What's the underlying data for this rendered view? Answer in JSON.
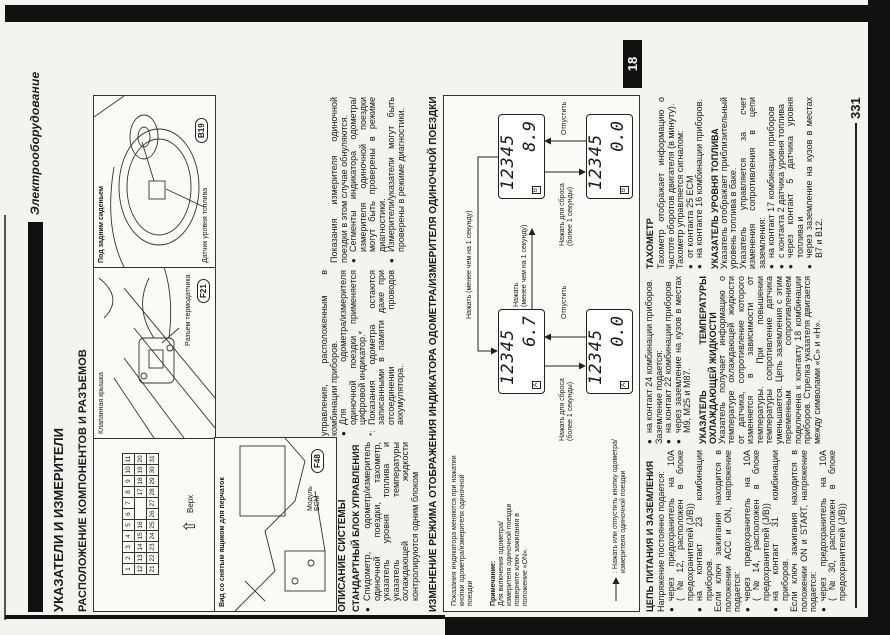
{
  "header": {
    "section": "Электрооборудование",
    "chapter_tab": "18",
    "page_number": "331"
  },
  "title": "УКАЗАТЕЛИ И ИЗМЕРИТЕЛИ",
  "subtitle": "РАСПОЛОЖЕНИЕ КОМПОНЕНТОВ И РАЗЪЕМОВ",
  "figures": {
    "connector": {
      "rows": [
        [
          "1",
          "2",
          "3",
          "4",
          "5",
          "6",
          "7",
          "8",
          "9",
          "10",
          "11"
        ],
        [
          "12",
          "13",
          "14",
          "15",
          "16",
          "",
          "17",
          "18",
          "19",
          "20"
        ],
        [
          "21",
          "22",
          "23",
          "24",
          "25",
          "26",
          "27",
          "28",
          "29",
          "30",
          "31"
        ]
      ],
      "up_label": "Верх"
    },
    "valve_cover": {
      "label": "Клапанная крышка",
      "connector_label": "Разъем термодатчика",
      "code": "F21"
    },
    "rear_seat": {
      "title": "Под задним сиденьем",
      "sensor_label": "Датчик уровня топлива",
      "code": "B19"
    },
    "glovebox": {
      "title": "Вид со снятым ящиком для перчаток",
      "module_label": "Модуль ECM",
      "code": "F48"
    }
  },
  "system": {
    "heading": "ОПИСАНИЕ СИСТЕМЫ",
    "subheading": "СТАНДАРТНЫЙ БЛОК УПРАВЛЕНИЯ",
    "col1": [
      {
        "t": "li",
        "text": "Спидометр, одометр/измеритель одиночной поездки, тахометр, указатель уровня топлива и указатель температуры охлаждающей жидкости контролируются одним блоком"
      }
    ],
    "col2": [
      {
        "t": "p",
        "text": "управления, расположенным в комбинации приборов."
      },
      {
        "t": "li",
        "text": "Для одометра/измерителя одиночной поездки применяется цифровой индикатор.*"
      },
      {
        "t": "star",
        "text": "Показания одометра остаются записанными в памяти даже при отсоединении проводов аккумулятора."
      }
    ],
    "col3": [
      {
        "t": "p",
        "text": "Показания измерителя одиночной поездки в этом случае обнуляются."
      },
      {
        "t": "li",
        "text": "Сегменты индикатора одометра/измерителя одиночной поездки могут быть проверены в режиме диагностики."
      },
      {
        "t": "li",
        "text": "Измерители/указатели могут быть проверены в режиме диагностики."
      }
    ]
  },
  "mode_change": {
    "heading": "ИЗМЕНЕНИЕ РЕЖИМА ОТОБРАЖЕНИЯ ИНДИКАТОРА ОДОМЕТРА/ИЗМЕРИТЕЛЯ ОДИНОЧНОЙ ПОЕЗДКИ",
    "intro": "Показания индикатора меняются при нажатии кнопки одометра/измерителя одиночной поездки",
    "note_title": "Примечание:",
    "note_text": "Для включения одометра/измерителя одиночной поездки поверните ключ зажигания в положение «ON».",
    "legend": ": Нажать или отпустить кнопку одометра/измерителя одиночной поездки",
    "displays": {
      "a1": {
        "odo": "12345",
        "trip": "6.7",
        "mode": "A"
      },
      "a2": {
        "odo": "12345",
        "trip": "0.0",
        "mode": "A"
      },
      "b1": {
        "odo": "12345",
        "trip": "8.9",
        "mode": "B"
      },
      "b2": {
        "odo": "12345",
        "trip": "0.0",
        "mode": "B"
      }
    },
    "labels": {
      "press_short_top": "Нажать (менее чем на 1 секунду)",
      "press": "Нажать",
      "press_short_sub": "(менее чем на 1 секунду)",
      "reset_a": "Нажать для сброса",
      "reset_a_sub": "(более 1 секунды)",
      "reset_b": "Нажать для сброса",
      "reset_b_sub": "(более 1 секунды)",
      "release_a": "Отпустить",
      "release_b": "Отпустить"
    }
  },
  "bottom": {
    "col1": [
      {
        "t": "h",
        "text": "ЦЕПЬ ПИТАНИЯ И ЗАЗЕМЛЕНИЯ"
      },
      {
        "t": "p",
        "text": "Напряжение постоянно подается:"
      },
      {
        "t": "li",
        "text": "через предохранитель на 10А (№12, расположен в блоке предохранителей (J/B))"
      },
      {
        "t": "li",
        "text": "на контакт 23 комбинации приборов."
      },
      {
        "t": "p",
        "text": "Если ключ зажигания находится в положении ACC и ON, напряжение подается:"
      },
      {
        "t": "li",
        "text": "через предохранитель на 10А (№14, расположен в блоке предохранителей (J/B))"
      },
      {
        "t": "li",
        "text": "на контакт 31 комбинации приборов."
      },
      {
        "t": "p",
        "text": "Если ключ зажигания находится в положении ON и START, напряжение подается:"
      },
      {
        "t": "li",
        "text": "через предохранитель на 10А (№30, расположен в блоке предохранителей (J/B))"
      }
    ],
    "col2": [
      {
        "t": "li",
        "text": "на контакт 24 комбинации приборов."
      },
      {
        "t": "p",
        "text": "Заземление подается:"
      },
      {
        "t": "li",
        "text": "на контакт 22 комбинации приборов"
      },
      {
        "t": "li",
        "text": "через заземление на кузов в местах M9, M25 и M87."
      },
      {
        "t": "h2",
        "text": "УКАЗАТЕЛЬ ТЕМПЕРАТУРЫ ОХЛАЖДАЮЩЕЙ ЖИДКОСТИ"
      },
      {
        "t": "p",
        "text": "Указатель получает информацию о температуре охлаждающей жидкости от датчика, сопротивление которого изменяется в зависимости от температуры. При повышении температуры сопротивление датчика уменьшается. Цепь заземления с этим переменным сопротивлением подключена к контакту 18 комбинации приборов. Стрелка указателя двигается между символами «С» и «Н»."
      }
    ],
    "col3": [
      {
        "t": "h",
        "text": "ТАХОМЕТР"
      },
      {
        "t": "p",
        "text": "Тахометр отображает информацию о частоте оборотов двигателя (в минуту)."
      },
      {
        "t": "p",
        "text": "Тахометр управляется сигналом:"
      },
      {
        "t": "li",
        "text": "от контакта 25 ECM"
      },
      {
        "t": "li",
        "text": "на контакте 16 комбинации приборов."
      },
      {
        "t": "h2",
        "text": "УКАЗАТЕЛЬ УРОВНЯ ТОПЛИВА"
      },
      {
        "t": "p",
        "text": "Указатель отображает приблизительный уровень топлива в баке."
      },
      {
        "t": "p",
        "text": "Указатель управляется за счет изменения сопротивления в цепи заземления:"
      },
      {
        "t": "li",
        "text": "на контакт 17 комбинации приборов"
      },
      {
        "t": "li",
        "text": "с контакта 2 датчика уровня топлива"
      },
      {
        "t": "li",
        "text": "через контакт 5 датчика уровня топлива и"
      },
      {
        "t": "li",
        "text": "через заземление на кузов в местах B7 и B12."
      }
    ]
  }
}
